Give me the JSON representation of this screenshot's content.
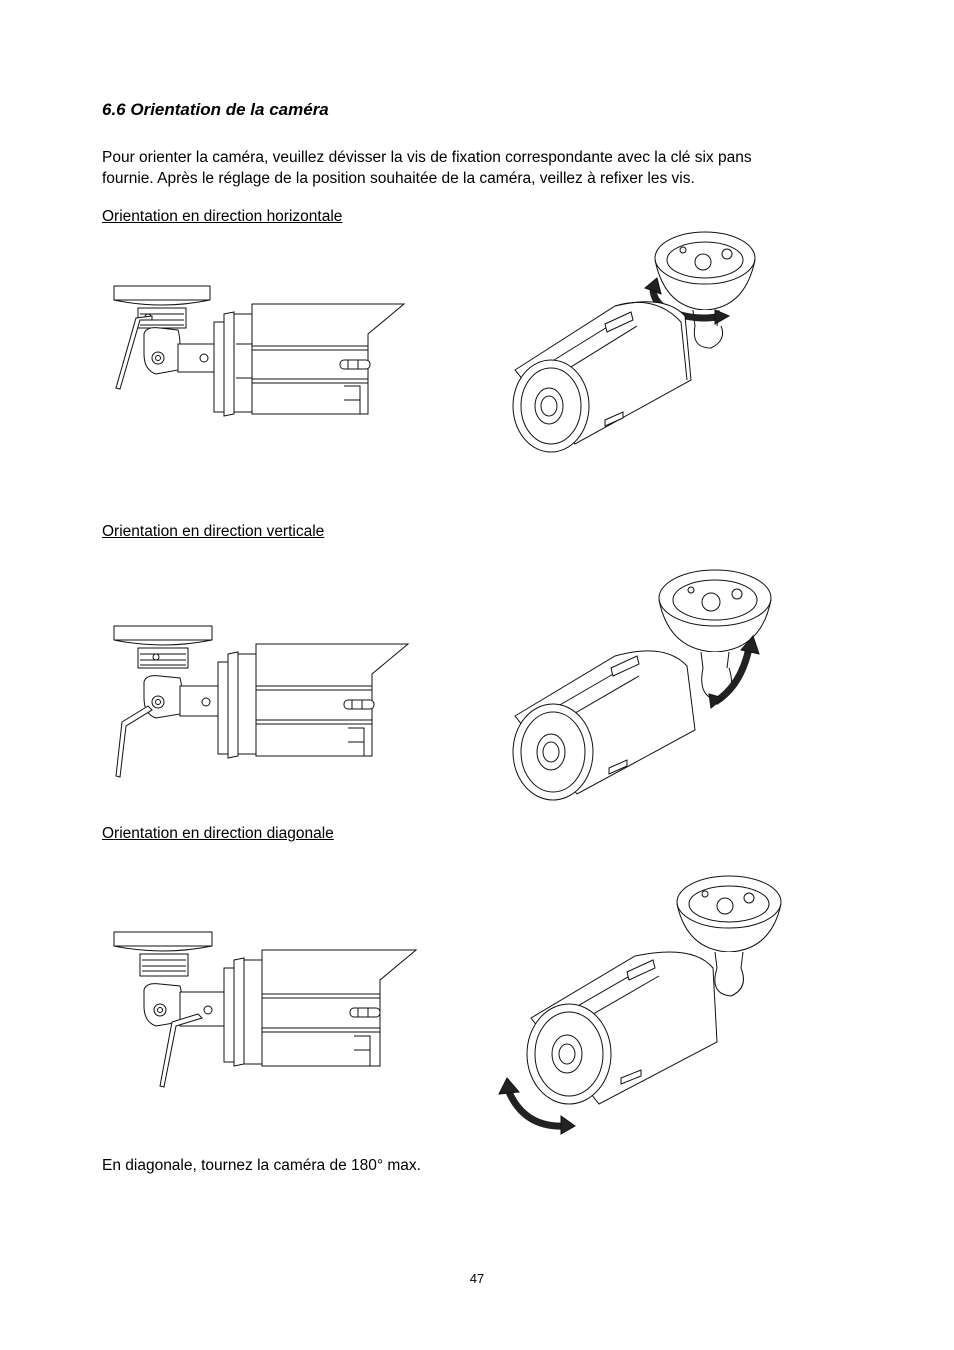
{
  "page": {
    "heading": "6.6 Orientation de la caméra",
    "intro_line1": "Pour orienter la caméra, veuillez dévisser la vis de fixation correspondante avec la clé six pans",
    "intro_line2": "fournie. Après le réglage de la position souhaitée de la caméra, veillez à refixer les vis.",
    "sections": [
      {
        "title": "Orientation en direction horizontale"
      },
      {
        "title": "Orientation en direction verticale"
      },
      {
        "title": "Orientation en direction diagonale"
      }
    ],
    "note": "En diagonale, tournez la caméra de 180° max.",
    "page_number": "47"
  }
}
